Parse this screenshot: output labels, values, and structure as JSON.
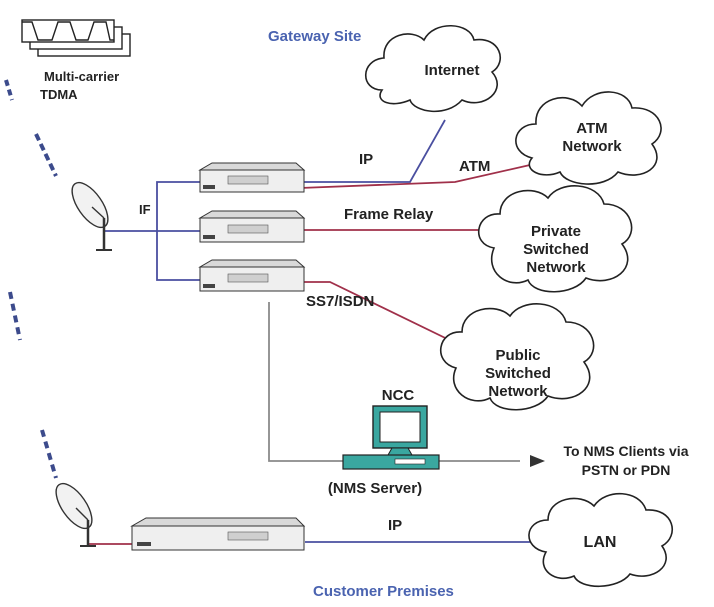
{
  "colors": {
    "blue_line": "#4a4fa0",
    "red_line": "#a0304a",
    "heading_blue": "#4a63b0",
    "gray_line": "#8a8a8a",
    "satellite_dash": "#3c4b8c",
    "monitor_screen": "#3aa7a0"
  },
  "labels": {
    "legend": [
      "Multi-carrier",
      "TDMA"
    ],
    "gateway_site": "Gateway Site",
    "customer_premises": "Customer Premises",
    "if": "IF",
    "ip_top": "IP",
    "atm": "ATM",
    "frame_relay": "Frame Relay",
    "ss7": "SS7/ISDN",
    "ncc": "NCC",
    "nms_server": "(NMS Server)",
    "to_nms": [
      "To NMS Clients via",
      "PSTN or PDN"
    ],
    "ip_bottom": "IP"
  },
  "clouds": {
    "internet": [
      "Internet"
    ],
    "atm": [
      "ATM",
      "Network"
    ],
    "private": [
      "Private",
      "Switched",
      "Network"
    ],
    "public": [
      "Public",
      "Switched",
      "Network"
    ],
    "lan": [
      "LAN"
    ]
  },
  "icons": {
    "dish": "satellite-dish-icon",
    "hub": "hub-router-icon",
    "computer": "ncc-computer-icon",
    "cloud": "network-cloud-icon",
    "tdma": "tdma-carrier-icon"
  }
}
